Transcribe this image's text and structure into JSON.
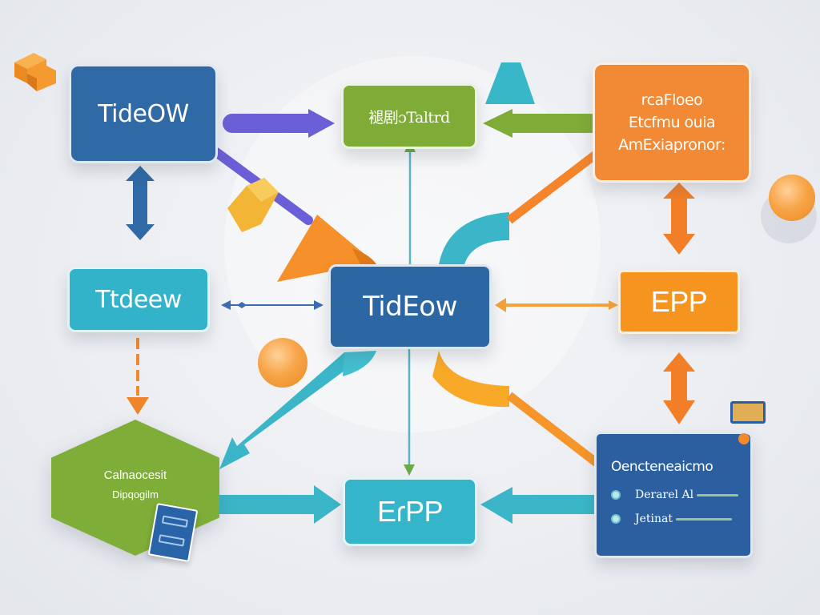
{
  "diagram": {
    "type": "flow-diagram",
    "nodes": {
      "top_left": {
        "label": "TideOW",
        "color": "#2f6aa6"
      },
      "top_center": {
        "label": "褪剧ɔTaltrd",
        "color": "#7fac36"
      },
      "top_right": {
        "lines": [
          "rcaFloeo",
          "Etcfmu ouia",
          "AmExiapronor:"
        ],
        "color": "#f28a35"
      },
      "mid_left": {
        "label": "Ttdeew",
        "color": "#33b3c9"
      },
      "center": {
        "label": "TidEow",
        "color": "#2c66a3"
      },
      "mid_right": {
        "label": "EPP",
        "color": "#f5951f"
      },
      "bottom_left": {
        "title": "Calnaocesit",
        "subtitle": "Dipqogilm",
        "color": "#7fae38"
      },
      "bottom_center": {
        "label": "EɾPP",
        "color": "#35b5c9"
      },
      "bottom_right": {
        "title": "Oencteneaicmo",
        "items": [
          {
            "label": "Derarel Al"
          },
          {
            "label": "Jetinat"
          }
        ],
        "color": "#2b5f9f"
      }
    },
    "edges": [
      {
        "from": "top_left",
        "to": "top_center",
        "style": "arrow",
        "color": "#6a5fd6"
      },
      {
        "from": "top_right",
        "to": "top_center",
        "style": "arrow",
        "color": "#7fac36"
      },
      {
        "from": "top_left",
        "to": "mid_left",
        "style": "double-arrow",
        "color": "#2f6aa6"
      },
      {
        "from": "mid_left",
        "to": "center",
        "style": "double-arrow-thin",
        "color": "#3d6bb0"
      },
      {
        "from": "center",
        "to": "top_center",
        "style": "line-arrow",
        "color": "#5ab4c4"
      },
      {
        "from": "mid_right",
        "to": "center",
        "style": "double-arrow-thin",
        "color": "#f5a23a"
      },
      {
        "from": "top_right",
        "to": "mid_right",
        "style": "double-arrow",
        "color": "#f27f28"
      },
      {
        "from": "mid_right",
        "to": "bottom_right",
        "style": "double-arrow",
        "color": "#f27f28"
      },
      {
        "from": "mid_left",
        "to": "bottom_left",
        "style": "dashed-arrow",
        "color": "#f08a2e"
      },
      {
        "from": "center",
        "to": "bottom_center",
        "style": "line-arrow",
        "color": "#6aaa4a"
      },
      {
        "from": "center",
        "to": "bottom_left",
        "style": "arrow",
        "color": "#3bb6c8"
      },
      {
        "from": "bottom_left",
        "to": "bottom_center",
        "style": "arrow",
        "color": "#3bb6c8"
      },
      {
        "from": "bottom_right",
        "to": "bottom_center",
        "style": "arrow",
        "color": "#3bb6c8"
      },
      {
        "from": "center",
        "to": "top_right",
        "style": "line",
        "color": "#f28a35"
      },
      {
        "from": "center",
        "to": "bottom_right",
        "style": "line",
        "color": "#f59b25"
      }
    ],
    "decorations": [
      "orange-cube-icon",
      "yellow-cube-icon",
      "orange-triangle-icon",
      "teal-trapezoid-icon",
      "orange-sphere-icon",
      "server-icon",
      "note-icon"
    ]
  }
}
